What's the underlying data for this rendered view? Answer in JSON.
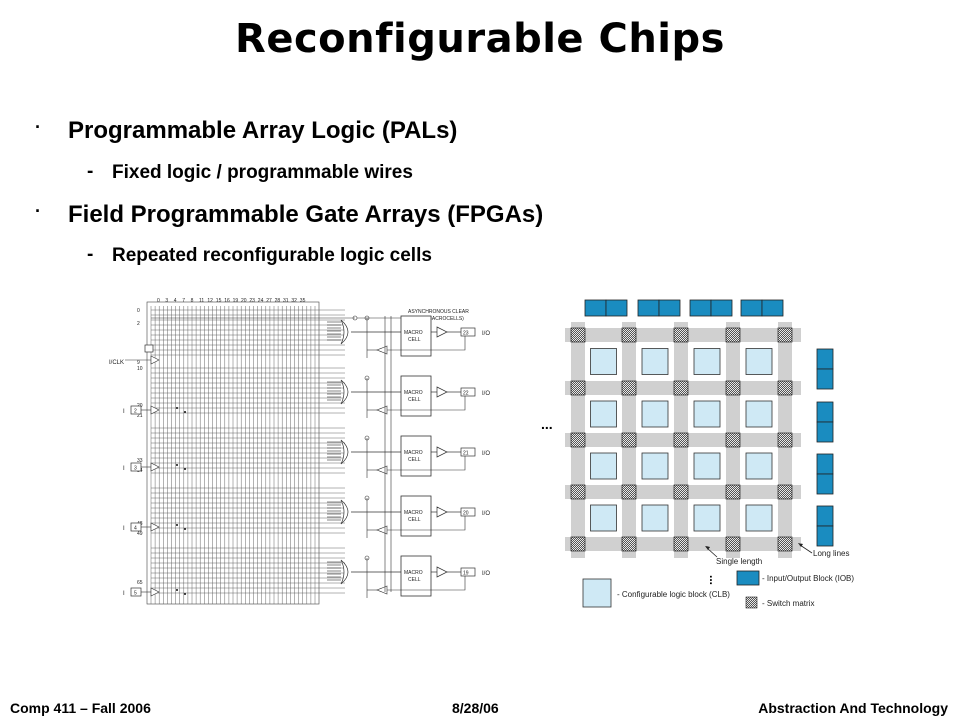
{
  "title": "Reconfigurable Chips",
  "bullets": [
    {
      "text": "Programmable Array Logic (PALs)",
      "sub": "Fixed logic / programmable wires"
    },
    {
      "text": "Field Programmable Gate Arrays (FPGAs)",
      "sub": "Repeated reconfigurable logic cells"
    }
  ],
  "pal": {
    "column_numbers": [
      "0",
      "3",
      "4",
      "7",
      "8",
      "11",
      "12",
      "15",
      "16",
      "19",
      "20",
      "23",
      "24",
      "27",
      "28",
      "31",
      "32",
      "35"
    ],
    "async_clear": "ASYNCHRONOUS CLEAR",
    "async_clear_sub": "(TO ALL MACROCELLS)",
    "clk_label": "I/CLK",
    "macro_label_1": "MACRO",
    "macro_label_2": "CELL",
    "io_label": "I/O",
    "pin_numbers_out": [
      "23",
      "22",
      "21",
      "20",
      "19"
    ],
    "input_label": "I",
    "pin_numbers_in": [
      "2",
      "3",
      "4",
      "5"
    ],
    "row_numbers": [
      "0",
      "2",
      "9",
      "10",
      "20",
      "21",
      "33",
      "34",
      "48",
      "49",
      "65"
    ]
  },
  "fpga": {
    "ellipsis_left": "...",
    "ellipsis_bottom": "...",
    "single_length": "Single length",
    "long_lines": "Long lines",
    "legend_clb": "- Configurable logic block (CLB)",
    "legend_iob": "- Input/Output Block (IOB)",
    "legend_switch": "- Switch matrix"
  },
  "colors": {
    "iob": "#1a8cc0",
    "clb": "#cfe9f5",
    "clb_stroke": "#333333"
  },
  "footer": {
    "left": "Comp 411 – Fall 2006",
    "center": "8/28/06",
    "right": "Abstraction And Technology"
  }
}
